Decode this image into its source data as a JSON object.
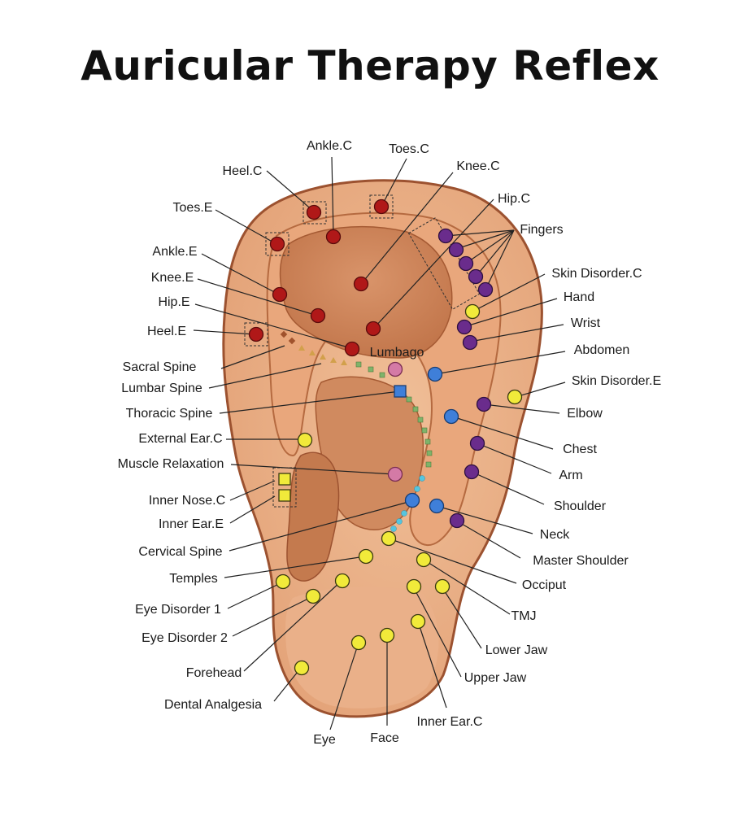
{
  "title": "Auricular Therapy Reflex",
  "colors": {
    "red_point": "#b01818",
    "purple_point": "#6a2c8c",
    "yellow_point": "#f1ea3a",
    "blue_point": "#3f7fd9",
    "pink_point": "#d47aa6",
    "spine_green": "#7fb36a",
    "spine_blue": "#55c5df",
    "spine_brown": "#a0522d",
    "ear_skin": "#eab089",
    "ear_outline": "#9c5230"
  },
  "labels": {
    "ankle_c": "Ankle.C",
    "toes_c": "Toes.C",
    "heel_c": "Heel.C",
    "knee_c": "Knee.C",
    "hip_c": "Hip.C",
    "toes_e": "Toes.E",
    "fingers": "Fingers",
    "ankle_e": "Ankle.E",
    "skin_disorder_c": "Skin Disorder.C",
    "knee_e": "Knee.E",
    "hand": "Hand",
    "hip_e": "Hip.E",
    "wrist": "Wrist",
    "heel_e": "Heel.E",
    "lumbago": "Lumbago",
    "abdomen": "Abdomen",
    "sacral_spine": "Sacral Spine",
    "skin_disorder_e": "Skin Disorder.E",
    "lumbar_spine": "Lumbar Spine",
    "thoracic_spine": "Thoracic Spine",
    "elbow": "Elbow",
    "external_ear_c": "External Ear.C",
    "chest": "Chest",
    "muscle_relaxation": "Muscle Relaxation",
    "arm": "Arm",
    "inner_nose_c": "Inner Nose.C",
    "shoulder": "Shoulder",
    "inner_ear_e": "Inner Ear.E",
    "neck": "Neck",
    "cervical_spine": "Cervical Spine",
    "master_shoulder": "Master Shoulder",
    "temples": "Temples",
    "occiput": "Occiput",
    "eye_disorder_1": "Eye Disorder 1",
    "tmj": "TMJ",
    "eye_disorder_2": "Eye Disorder 2",
    "lower_jaw": "Lower Jaw",
    "forehead": "Forehead",
    "upper_jaw": "Upper Jaw",
    "dental_analgesia": "Dental Analgesia",
    "inner_ear_c": "Inner Ear.C",
    "eye": "Eye",
    "face": "Face"
  }
}
